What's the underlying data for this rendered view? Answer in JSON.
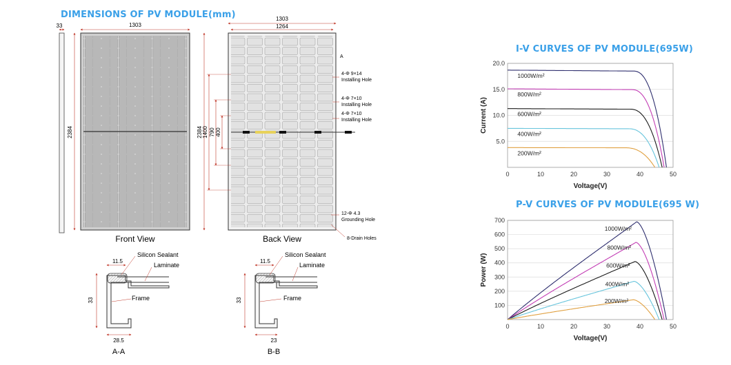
{
  "titles": {
    "dimensions": "DIMENSIONS OF PV MODULE(mm)",
    "iv": "I-V CURVES OF PV MODULE(695W)",
    "pv": "P-V CURVES OF PV MODULE(695 W)"
  },
  "front": {
    "side_thickness": "33",
    "width": "1303",
    "height": "2384",
    "view_label": "Front View"
  },
  "back": {
    "outer_width": "1303",
    "inner_width": "1264",
    "height": "2384",
    "dim_1400": "1400",
    "dim_790": "790",
    "dim_400": "400",
    "label_a": "A",
    "hole1_spec": "4-Φ 9×14",
    "hole1_name": "Installing Hole",
    "hole2_spec": "4-Φ 7×10",
    "hole2_name": "Installing Hole",
    "hole3_spec": "4-Φ 7×10",
    "hole3_name": "Installing Hole",
    "ground_spec": "12-Φ 4.3",
    "ground_name": "Grounding Hole",
    "drain": "8-Drain Holes",
    "view_label": "Back View"
  },
  "section_aa": {
    "top_dim": "11.5",
    "sealant": "Silicon Sealant",
    "laminate": "Laminate",
    "frame": "Frame",
    "height": "33",
    "width": "28.5",
    "label": "A-A"
  },
  "section_bb": {
    "top_dim": "11.5",
    "sealant": "Silicon Sealant",
    "laminate": "Laminate",
    "frame": "Frame",
    "height": "33",
    "width": "23",
    "label": "B-B"
  },
  "chart_data": [
    {
      "type": "line",
      "title": "I-V CURVES OF PV MODULE(695W)",
      "xlabel": "Voltage(V)",
      "ylabel": "Current (A)",
      "xlim": [
        0,
        50
      ],
      "ylim": [
        0,
        20
      ],
      "xticks": [
        "0",
        "10",
        "20",
        "30",
        "40",
        "50"
      ],
      "yticks": [
        "5.0",
        "10.0",
        "15.0",
        "20.0"
      ],
      "grid": true,
      "series": [
        {
          "name": "1000W/m²",
          "color": "#2e2e6e",
          "isc": 18.7,
          "vknee": 38,
          "voc": 48.0
        },
        {
          "name": "800W/m²",
          "color": "#c23cb4",
          "isc": 15.1,
          "vknee": 37.5,
          "voc": 47.3
        },
        {
          "name": "600W/m²",
          "color": "#1a1a1a",
          "isc": 11.3,
          "vknee": 37,
          "voc": 46.7
        },
        {
          "name": "400W/m²",
          "color": "#66c4dc",
          "isc": 7.5,
          "vknee": 36.5,
          "voc": 45.8
        },
        {
          "name": "200W/m²",
          "color": "#e0a040",
          "isc": 3.8,
          "vknee": 35.5,
          "voc": 44.5
        }
      ]
    },
    {
      "type": "line",
      "title": "P-V CURVES OF PV MODULE(695 W)",
      "xlabel": "Voltage(V)",
      "ylabel": "Power (W)",
      "xlim": [
        0,
        50
      ],
      "ylim": [
        0,
        700
      ],
      "xticks": [
        "0",
        "10",
        "20",
        "30",
        "40",
        "50"
      ],
      "yticks": [
        "100",
        "200",
        "300",
        "400",
        "500",
        "600",
        "700"
      ],
      "grid": true,
      "series": [
        {
          "name": "1000W/m²",
          "color": "#2e2e6e",
          "vmp": 39,
          "pmax": 690,
          "voc": 48.0
        },
        {
          "name": "800W/m²",
          "color": "#c23cb4",
          "vmp": 38.8,
          "pmax": 545,
          "voc": 47.3
        },
        {
          "name": "600W/m²",
          "color": "#1a1a1a",
          "vmp": 38.5,
          "pmax": 410,
          "voc": 46.7
        },
        {
          "name": "400W/m²",
          "color": "#66c4dc",
          "vmp": 38.2,
          "pmax": 270,
          "voc": 45.8
        },
        {
          "name": "200W/m²",
          "color": "#e0a040",
          "vmp": 38,
          "pmax": 140,
          "voc": 44.5
        }
      ]
    }
  ]
}
